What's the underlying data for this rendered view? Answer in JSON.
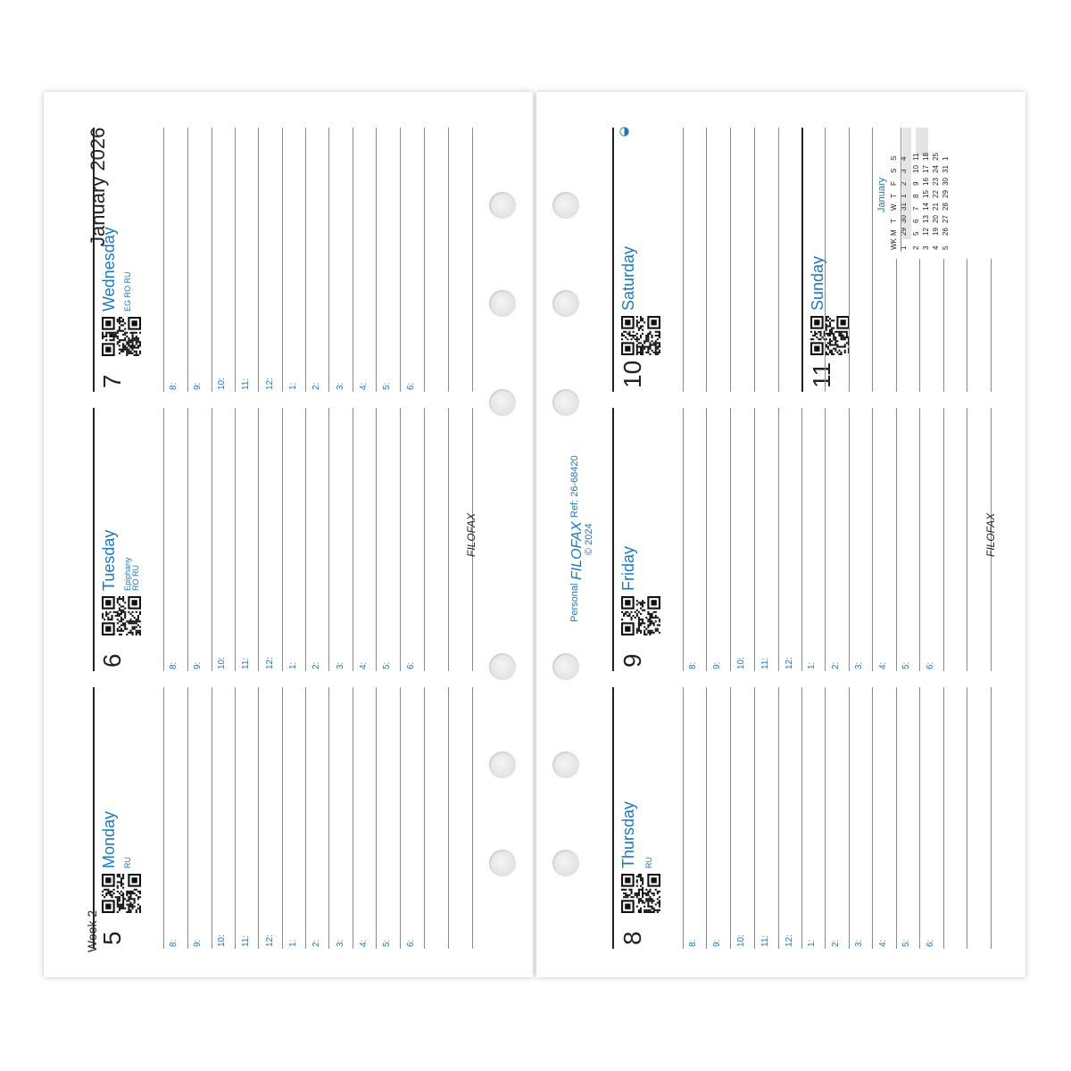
{
  "header": {
    "week": "Week 2",
    "month_year": "January 2026"
  },
  "days": [
    {
      "number": "5",
      "name": "Monday",
      "notes": [
        "RU"
      ]
    },
    {
      "number": "6",
      "name": "Tuesday",
      "notes": [
        "Epiphany",
        "RO RU"
      ]
    },
    {
      "number": "7",
      "name": "Wednesday",
      "notes": [
        "EG RO RU"
      ]
    },
    {
      "number": "8",
      "name": "Thursday",
      "notes": [
        "RU"
      ]
    },
    {
      "number": "9",
      "name": "Friday",
      "notes": []
    },
    {
      "number": "10",
      "name": "Saturday",
      "notes": []
    },
    {
      "number": "11",
      "name": "Sunday",
      "notes": []
    }
  ],
  "hours": [
    "8:",
    "9:",
    "10:",
    "11:",
    "12:",
    "1:",
    "2:",
    "3:",
    "4:",
    "5:",
    "6:"
  ],
  "brand": {
    "logo": "FILOFAX",
    "line1_prefix": "Personal",
    "line1_ref": "Ref: 26-68420",
    "line2": "© 2024"
  },
  "moon_icon": "first-quarter-moon-icon",
  "mini_calendar": {
    "title": "January",
    "headers": [
      "WK",
      "M",
      "T",
      "W",
      "T",
      "F",
      "S",
      "S"
    ],
    "rows": [
      [
        "1",
        "29",
        "30",
        "31",
        "1",
        "2",
        "3",
        "4"
      ],
      [
        "2",
        "5",
        "6",
        "7",
        "8",
        "9",
        "10",
        "11"
      ],
      [
        "3",
        "12",
        "13",
        "14",
        "15",
        "16",
        "17",
        "18"
      ],
      [
        "4",
        "19",
        "20",
        "21",
        "22",
        "23",
        "24",
        "25"
      ],
      [
        "5",
        "26",
        "27",
        "28",
        "29",
        "30",
        "31",
        "1"
      ]
    ]
  },
  "colors": {
    "accent": "#1a78c2",
    "text": "#222222",
    "rule": "#8a8a8a"
  }
}
